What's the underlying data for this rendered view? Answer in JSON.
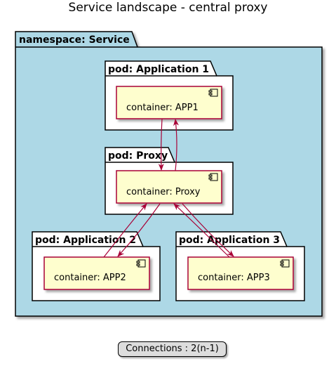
{
  "title": "Service landscape - central proxy",
  "namespace": {
    "label": "namespace: Service"
  },
  "pods": {
    "app1": {
      "label": "pod: Application 1",
      "container": "container: APP1"
    },
    "proxy": {
      "label": "pod: Proxy",
      "container": "container: Proxy"
    },
    "app2": {
      "label": "pod: Application 2",
      "container": "container: APP2"
    },
    "app3": {
      "label": "pod: Application 3",
      "container": "container: APP3"
    }
  },
  "legend": "Connections : 2(n-1)",
  "colors": {
    "namespace_fill": "#add8e6",
    "component_fill": "#fefece",
    "component_border": "#a80036",
    "arrow": "#a80036"
  }
}
